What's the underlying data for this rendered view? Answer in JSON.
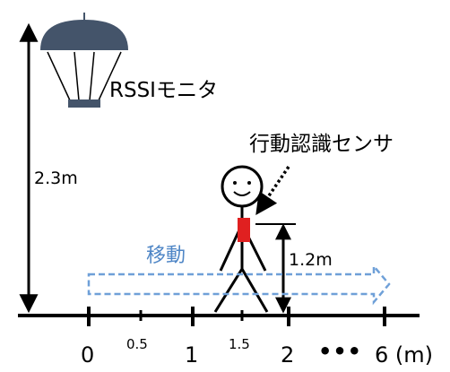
{
  "monitor_label": "RSSIモニタ",
  "sensor_label": "行動認識センサ",
  "move_label": "移動",
  "height_monitor": "2.3m",
  "height_sensor": "1.2m",
  "axis": {
    "ticks": [
      "0",
      "1",
      "2",
      "6 (m)"
    ],
    "half_ticks": [
      "0.5",
      "1.5"
    ],
    "ellipsis": "•••"
  },
  "colors": {
    "sensor": "#e02020",
    "monitor": "#44546a",
    "arrow": "#6fa0d8",
    "move_text": "#4f86c6"
  }
}
